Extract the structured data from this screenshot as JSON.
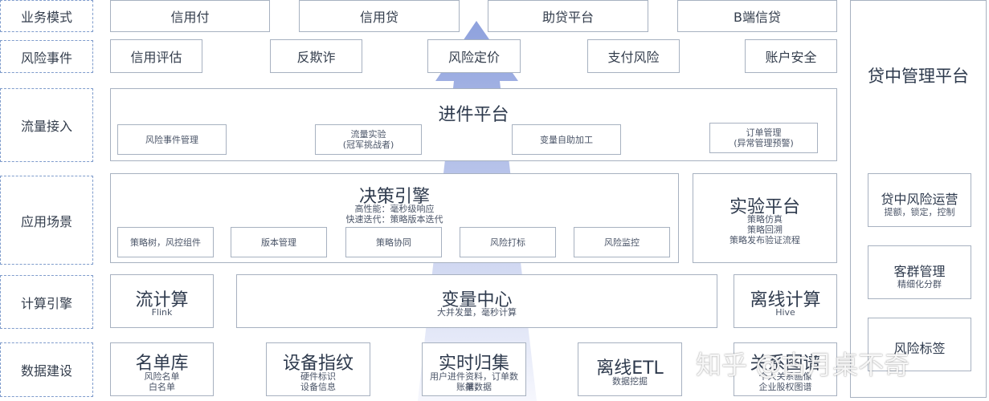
{
  "row_labels": [
    "业务模式",
    "风险事件",
    "流量接入",
    "应用场景",
    "计算引擎",
    "数据建设"
  ],
  "business_modes": [
    "信用付",
    "信用贷",
    "助贷平台",
    "B端信贷"
  ],
  "risk_events": [
    "信用评估",
    "反欺诈",
    "风险定价",
    "支付风险",
    "账户安全"
  ],
  "access": {
    "title": "进件平台",
    "items": [
      {
        "lines": [
          "风险事件管理"
        ]
      },
      {
        "lines": [
          "流量实验",
          "(冠军挑战者)"
        ]
      },
      {
        "lines": [
          "变量自助加工"
        ]
      },
      {
        "lines": [
          "订单管理",
          "(异常管理预警)"
        ]
      }
    ]
  },
  "decision": {
    "title": "决策引擎",
    "subtitle": [
      "高性能：毫秒级响应",
      "快速迭代：策略版本迭代"
    ],
    "items": [
      "策略树，风控组件",
      "版本管理",
      "策略协同",
      "风险打标",
      "风险监控"
    ]
  },
  "experiment": {
    "title": "实验平台",
    "lines": [
      "策略仿真",
      "策略回溯",
      "策略发布验证流程"
    ]
  },
  "compute": [
    {
      "title": "流计算",
      "sub": [
        "Flink"
      ]
    },
    {
      "title": "变量中心",
      "sub": [
        "大并发量，毫秒计算"
      ]
    },
    {
      "title": "离线计算",
      "sub": [
        "Hive"
      ]
    }
  ],
  "data": [
    {
      "title": "名单库",
      "sub": [
        "风险名单",
        "白名单"
      ]
    },
    {
      "title": "设备指纹",
      "sub": [
        "硬件标识",
        "设备信息"
      ]
    },
    {
      "title": "实时归集",
      "sub": [
        "用户进件资料，订单数据，",
        "账单数据"
      ]
    },
    {
      "title": "离线ETL",
      "sub": [
        "数据挖掘"
      ]
    },
    {
      "title": "关系图谱",
      "sub": [
        "个人关系画像",
        "企业股权图谱"
      ]
    }
  ],
  "right_panel": {
    "title": "贷中管理平台",
    "items": [
      {
        "title": "贷中风险运营",
        "sub": "提额，锁定，控制"
      },
      {
        "title": "客群管理",
        "sub": "精细化分群"
      },
      {
        "title": "风险标签",
        "sub": ""
      }
    ]
  },
  "watermark": "知乎 @古月桌不奇",
  "colors": {
    "arrow_top": "#8ea1dd",
    "arrow_bottom": "#f3f5fd",
    "border": "#a7b1c0",
    "label_border": "#7f9ccc"
  }
}
